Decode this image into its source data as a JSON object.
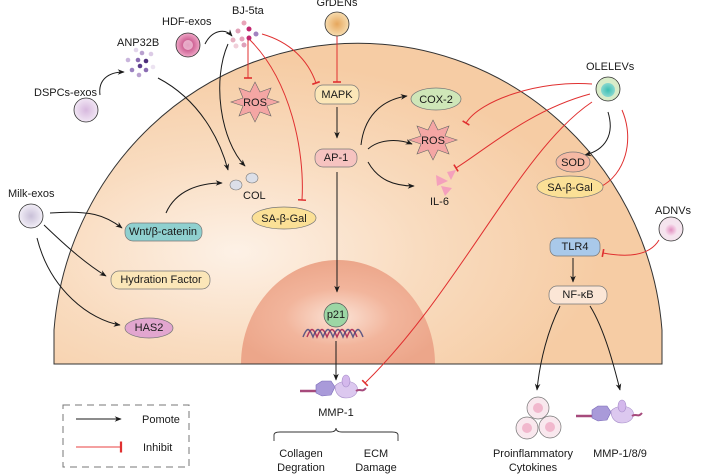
{
  "sources": {
    "hdf_exos": "HDF-exos",
    "bj5ta": "BJ-5ta",
    "grdens": "GrDENs",
    "anp32b": "ANP32B",
    "dspcs_exos": "DSPCs-exos",
    "milk_exos": "Milk-exos",
    "olelevs": "OLELEVs",
    "adnvs": "ADNVs"
  },
  "nodes": {
    "ros_left": "ROS",
    "mapk": "MAPK",
    "ap1": "AP-1",
    "cox2": "COX-2",
    "ros_right": "ROS",
    "il6": "IL-6",
    "col": "COL",
    "sa_gal_left": "SA-β-Gal",
    "wnt": "Wnt/β-catenin",
    "hydration": "Hydration Factor",
    "has2": "HAS2",
    "sod": "SOD",
    "sa_gal_right": "SA-β-Gal",
    "tlr4": "TLR4",
    "nfkb": "NF-κB",
    "p21": "p21",
    "mmp1": "MMP-1",
    "cytokines_line1": "Proinflammatory",
    "cytokines_line2": "Cytokines",
    "mmp189": "MMP-1/8/9"
  },
  "outcomes": {
    "collagen_line1": "Collagen",
    "collagen_line2": "Degration",
    "ecm_line1": "ECM",
    "ecm_line2": "Damage"
  },
  "legend": {
    "promote": "Pomote",
    "inhibit": "Inhibit"
  },
  "colors": {
    "cell": "#f7cfa8",
    "nucleus": "#efa488",
    "promote": "#1a1a1a",
    "inhibit": "#e03030"
  }
}
